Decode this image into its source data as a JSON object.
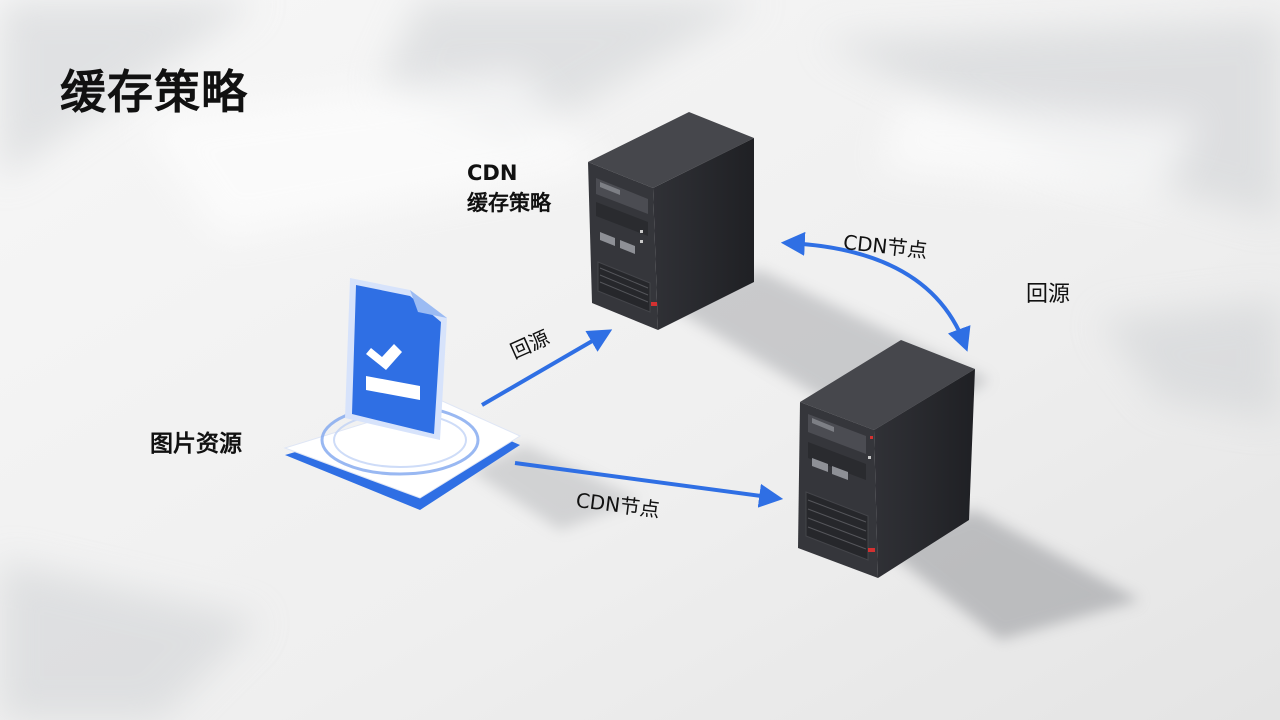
{
  "title": "缓存策略",
  "labels": {
    "cdn_strategy_line1": "CDN",
    "cdn_strategy_line2": "缓存策略",
    "image_resource": "图片资源",
    "back_to_origin_1": "回源",
    "cdn_node_1": "CDN节点",
    "cdn_node_2": "CDN节点",
    "back_to_origin_2": "回源"
  },
  "icons": {
    "file": "broken-image-file-icon",
    "server_top": "server-tower-icon",
    "server_bottom": "server-tower-icon"
  },
  "colors": {
    "accent": "#2f6fe4",
    "server": "#2c2d31",
    "text": "#111111"
  }
}
